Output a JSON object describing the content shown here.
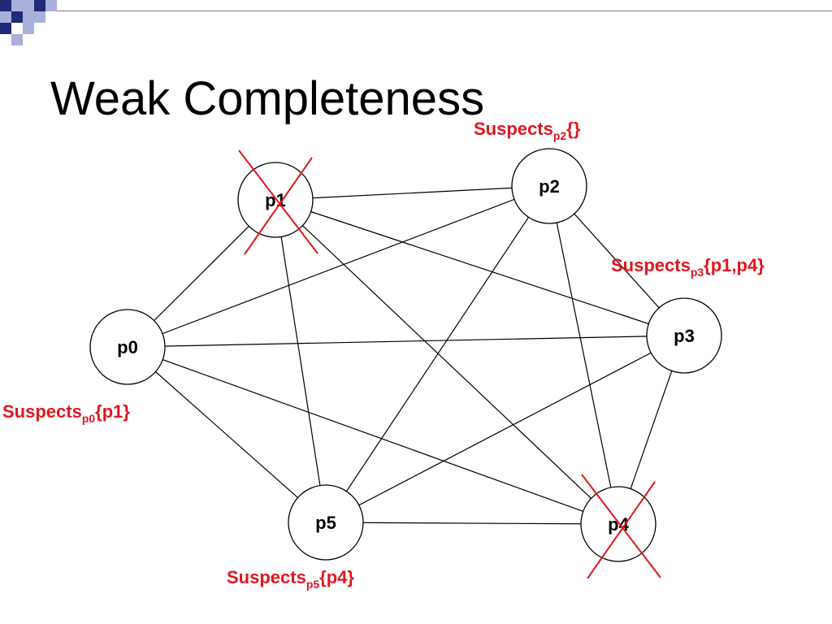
{
  "title": "Weak Completeness",
  "colors": {
    "accent": "#e0161f",
    "deco_dark": "#1f2a78",
    "deco_light": "#a9b0dc"
  },
  "nodes": [
    {
      "id": "p0",
      "label": "p0",
      "crashed": false
    },
    {
      "id": "p1",
      "label": "p1",
      "crashed": true
    },
    {
      "id": "p2",
      "label": "p2",
      "crashed": false
    },
    {
      "id": "p3",
      "label": "p3",
      "crashed": false
    },
    {
      "id": "p4",
      "label": "p4",
      "crashed": true
    },
    {
      "id": "p5",
      "label": "p5",
      "crashed": false
    }
  ],
  "edges": [
    [
      "p0",
      "p1"
    ],
    [
      "p0",
      "p2"
    ],
    [
      "p0",
      "p3"
    ],
    [
      "p0",
      "p4"
    ],
    [
      "p0",
      "p5"
    ],
    [
      "p1",
      "p2"
    ],
    [
      "p1",
      "p3"
    ],
    [
      "p1",
      "p4"
    ],
    [
      "p1",
      "p5"
    ],
    [
      "p2",
      "p3"
    ],
    [
      "p2",
      "p4"
    ],
    [
      "p2",
      "p5"
    ],
    [
      "p3",
      "p4"
    ],
    [
      "p3",
      "p5"
    ],
    [
      "p4",
      "p5"
    ]
  ],
  "suspects": {
    "p2": {
      "word": "Suspects",
      "sub": "p2",
      "set": "{}"
    },
    "p3": {
      "word": "Suspects",
      "sub": "p3",
      "set": "{p1,p4}"
    },
    "p0": {
      "word": "Suspects",
      "sub": "p0",
      "set": "{p1}"
    },
    "p5": {
      "word": "Suspects",
      "sub": "p5",
      "set": "{p4}"
    }
  }
}
